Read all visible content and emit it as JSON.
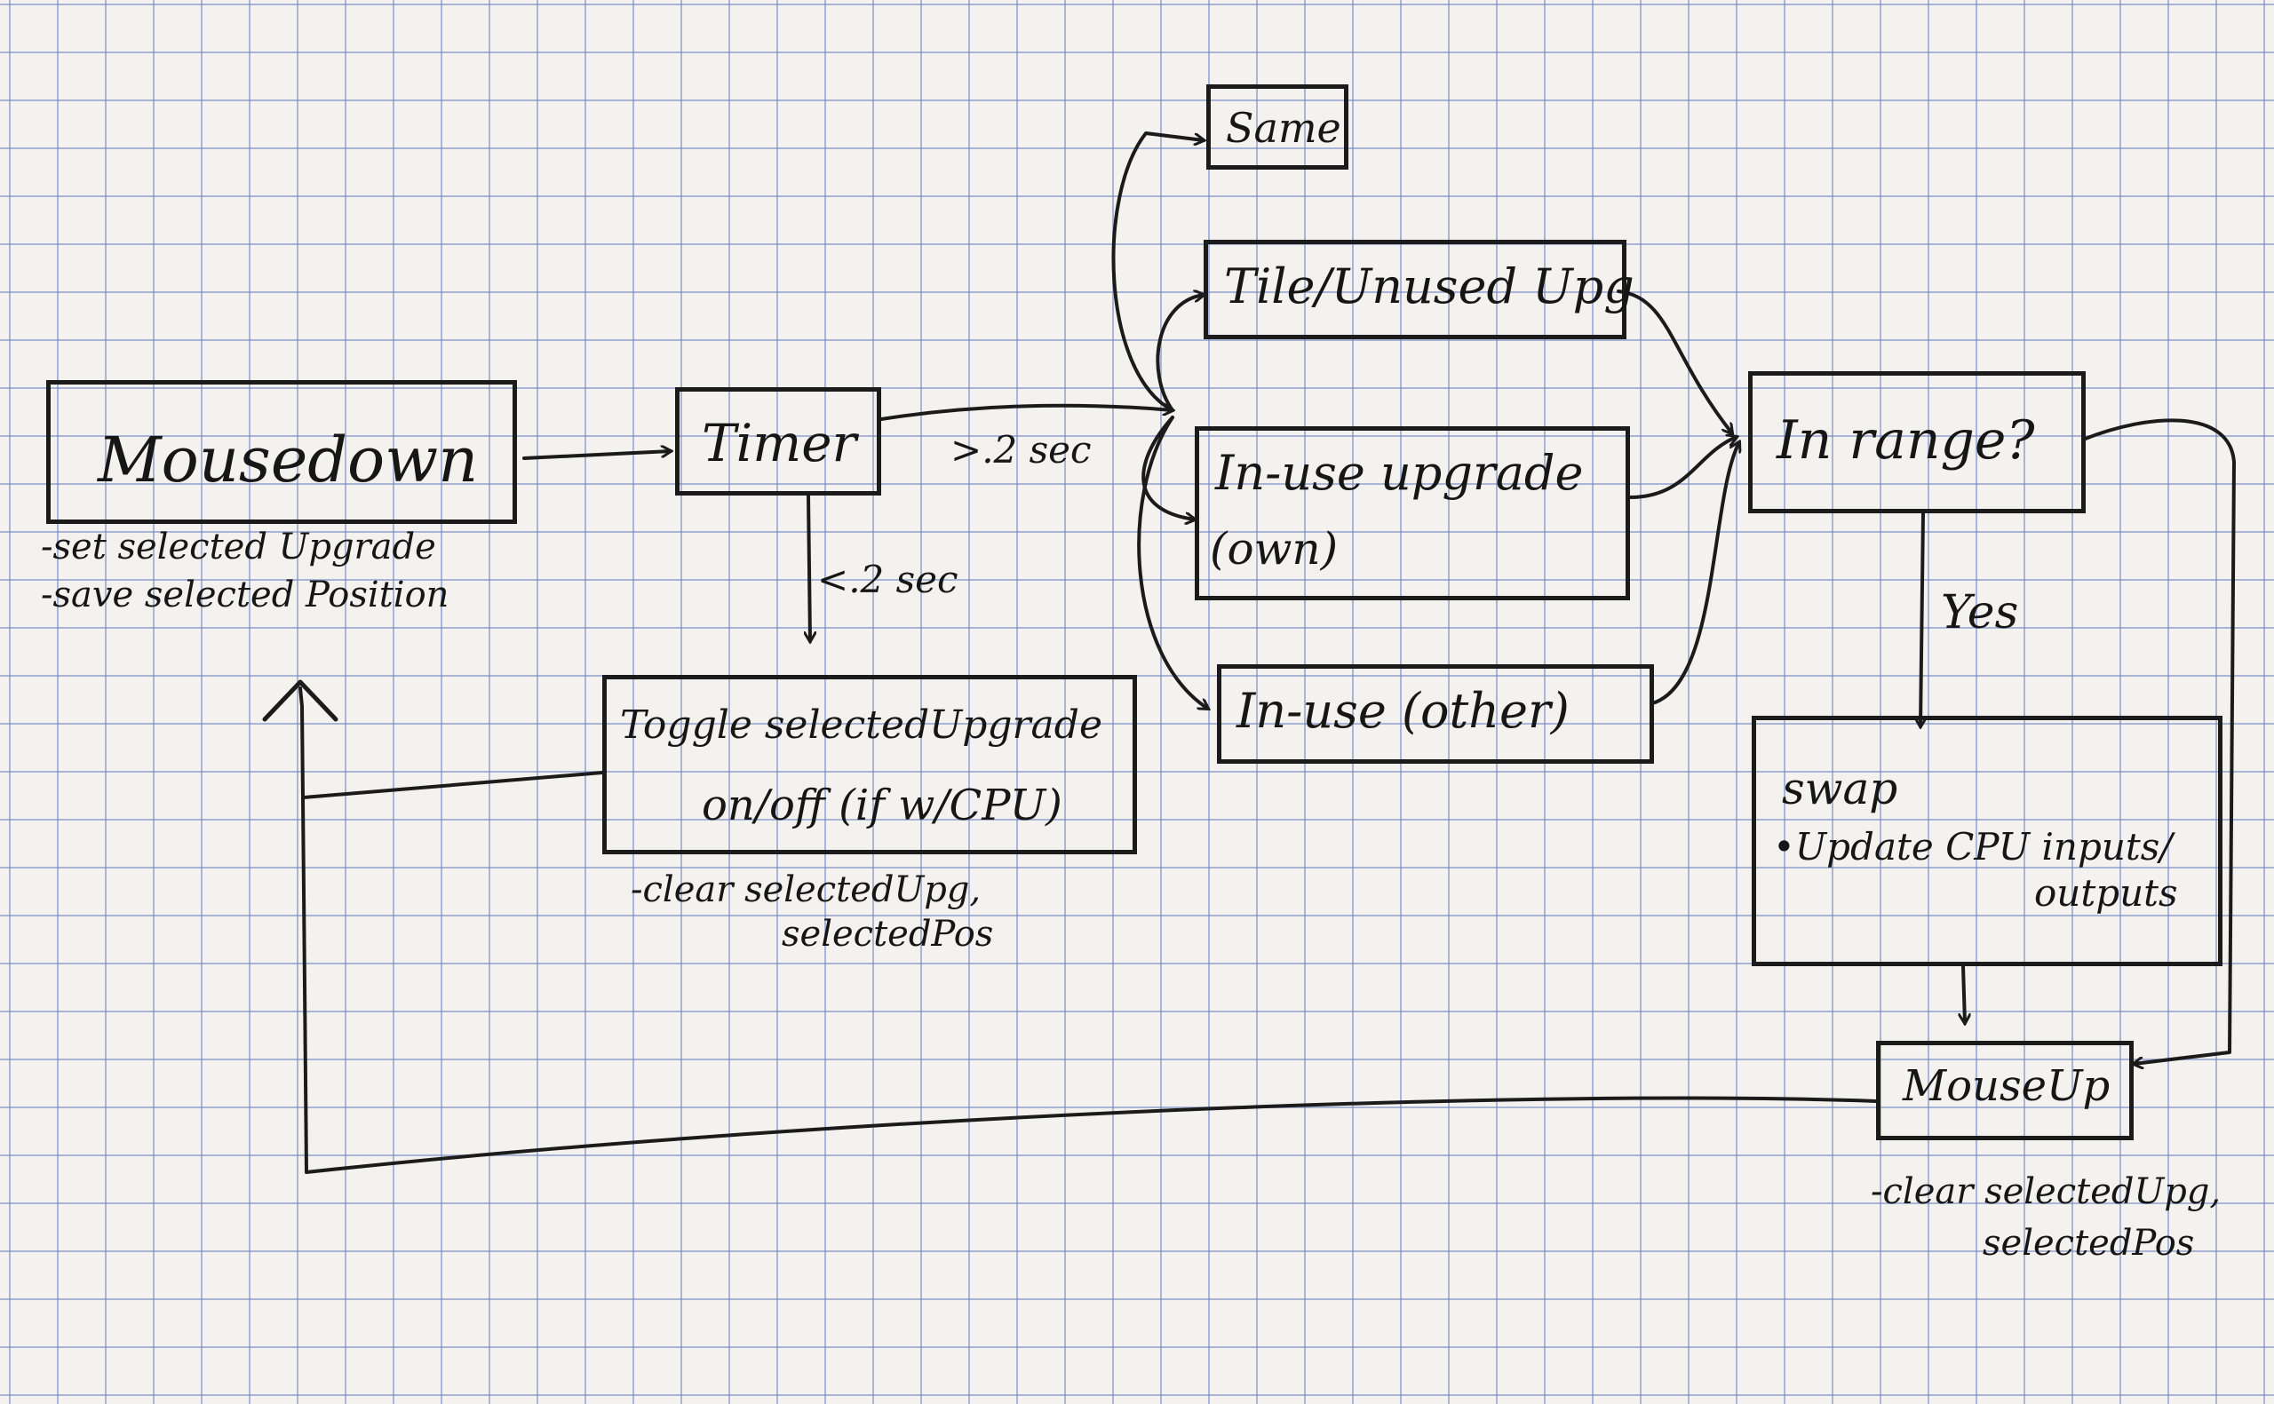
{
  "nodes": {
    "mousedown": {
      "label": "Mousedown",
      "notes": [
        "-set selected Upgrade",
        "-save selected Position"
      ]
    },
    "timer": {
      "label": "Timer"
    },
    "toggle": {
      "label_line1": "Toggle selectedUpgrade",
      "label_line2": "on/off (if w/CPU)",
      "notes": [
        "-clear selectedUpg,",
        "selectedPos"
      ]
    },
    "same": {
      "label": "Same"
    },
    "tile_unused": {
      "label": "Tile/Unused Upg"
    },
    "inuse_own": {
      "label_line1": "In-use upgrade",
      "label_line2": "(own)"
    },
    "inuse_other": {
      "label": "In-use (other)"
    },
    "in_range": {
      "label": "In range?"
    },
    "swap": {
      "label": "swap",
      "line1": "•Update CPU inputs/",
      "line2": "outputs"
    },
    "mouseup": {
      "label": "MouseUp",
      "notes": [
        "-clear selectedUpg,",
        "selectedPos"
      ]
    }
  },
  "edges": {
    "gt": ">.2 sec",
    "lt": "<.2 sec",
    "yes": "Yes"
  },
  "colors": {
    "ink": "#1b1b1b",
    "paper": "#f4f2ef",
    "grid": "#6e82be"
  }
}
